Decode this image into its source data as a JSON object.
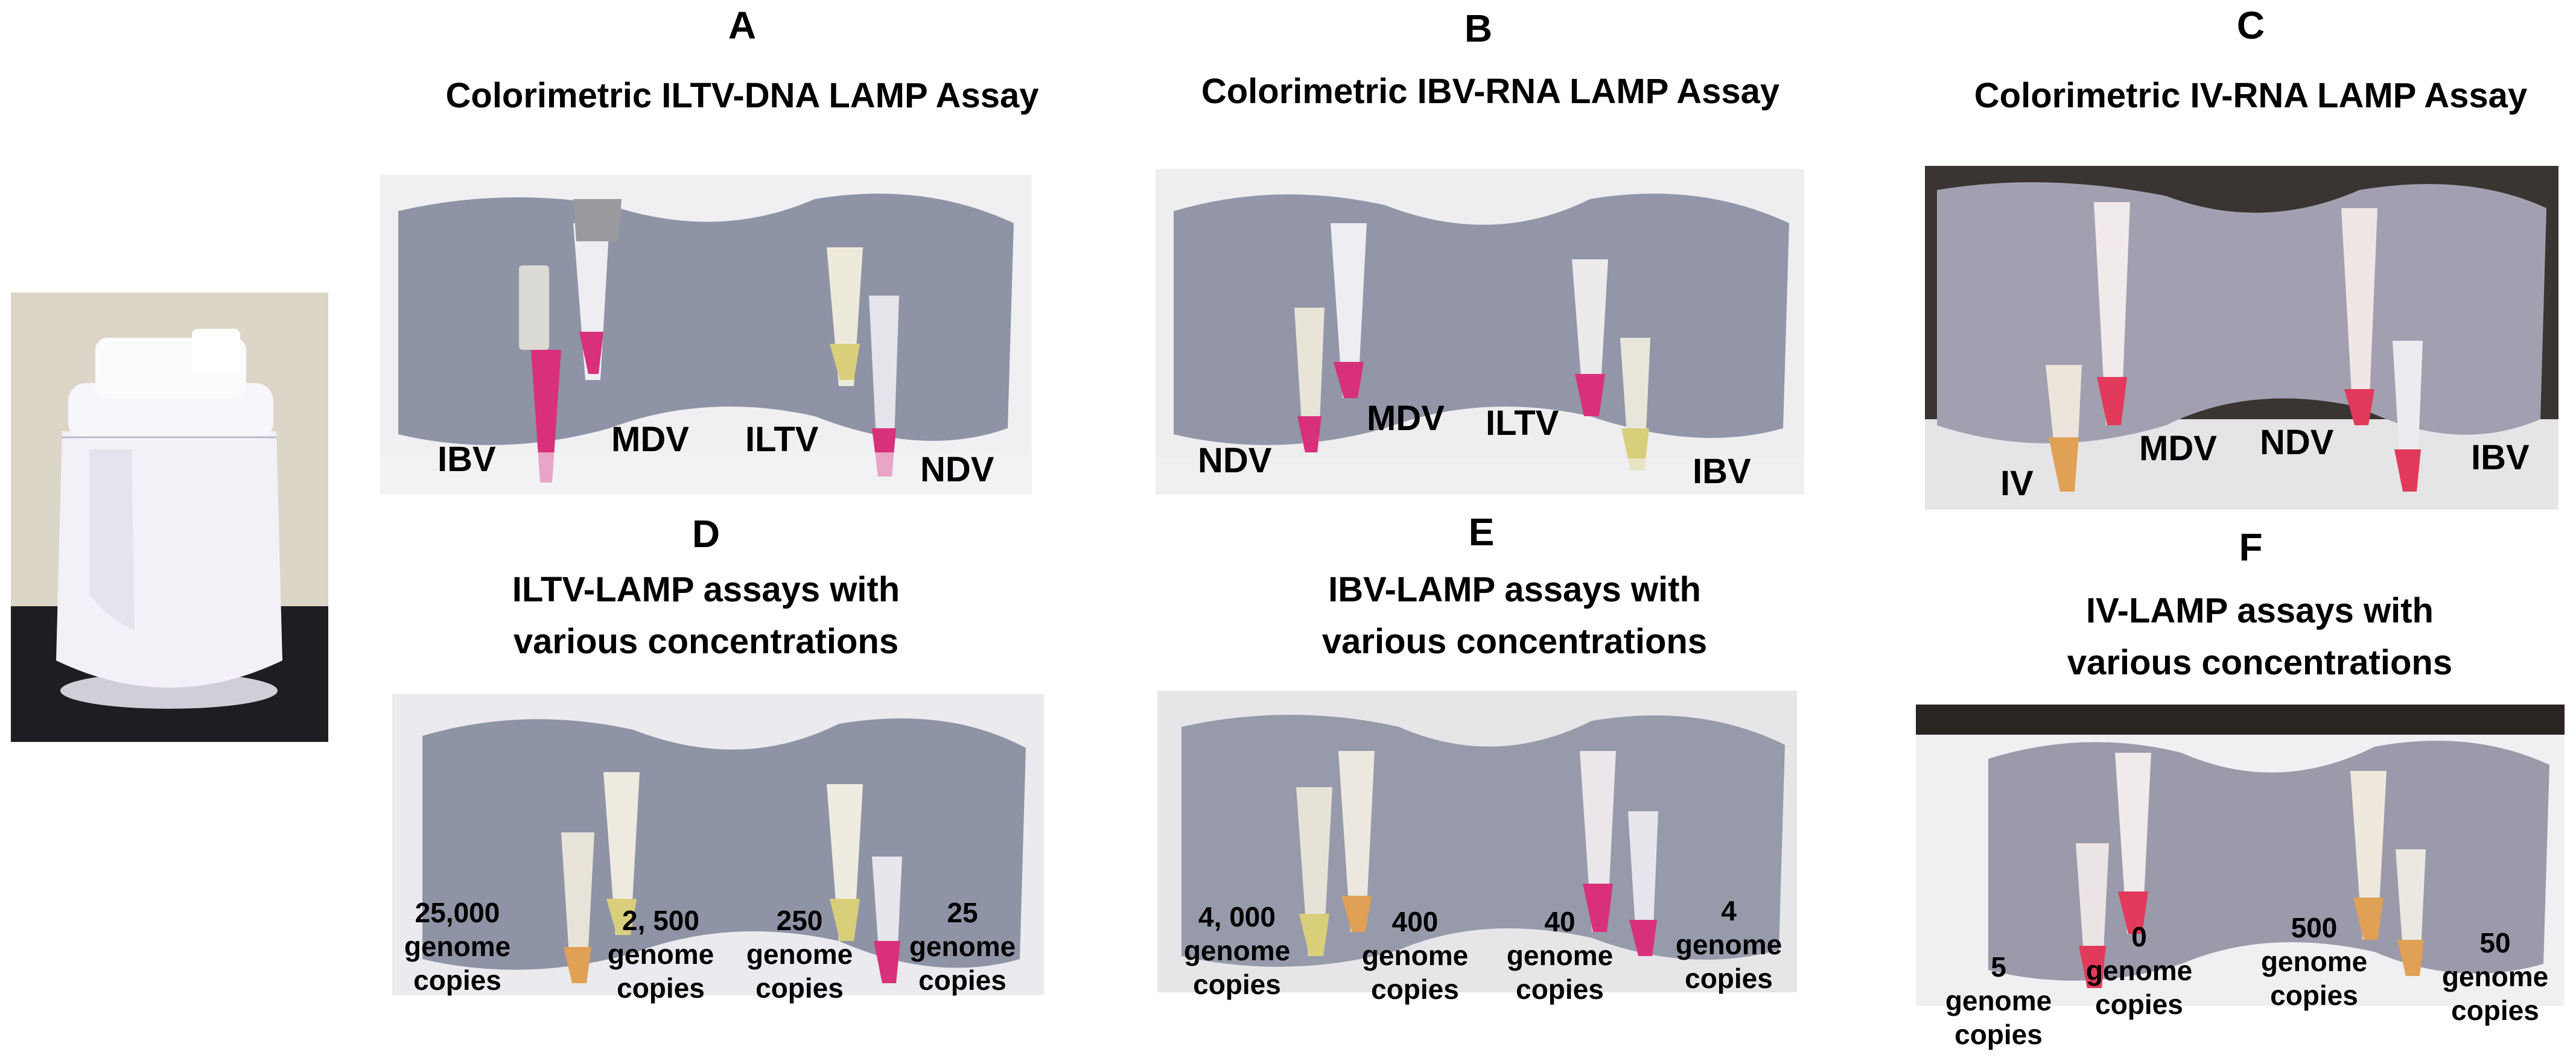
{
  "panels": {
    "A": {
      "letter": "A",
      "title": "Colorimetric  ILTV-DNA LAMP Assay",
      "labels": [
        "IBV",
        "MDV",
        "ILTV",
        "NDV"
      ]
    },
    "B": {
      "letter": "B",
      "title": "Colorimetric  IBV-RNA LAMP Assay",
      "labels": [
        "NDV",
        "MDV",
        "ILTV",
        "IBV"
      ]
    },
    "C": {
      "letter": "C",
      "title": "Colorimetric  IV-RNA LAMP Assay",
      "labels": [
        "IV",
        "MDV",
        "NDV",
        "IBV"
      ]
    },
    "D": {
      "letter": "D",
      "title_line1": "ILTV-LAMP assays with",
      "title_line2": "various concentrations",
      "labels": [
        [
          "25,000",
          "genome",
          "copies"
        ],
        [
          "2, 500",
          "genome",
          "copies"
        ],
        [
          "250",
          "genome",
          "copies"
        ],
        [
          "25",
          "genome",
          "copies"
        ]
      ]
    },
    "E": {
      "letter": "E",
      "title_line1": "IBV-LAMP assays with",
      "title_line2": "various concentrations",
      "labels": [
        [
          "4, 000",
          "genome",
          "copies"
        ],
        [
          "400",
          "genome",
          "copies"
        ],
        [
          "40",
          "genome",
          "copies"
        ],
        [
          "4",
          "genome",
          "copies"
        ]
      ]
    },
    "F": {
      "letter": "F",
      "title_line1": "IV-LAMP assays with",
      "title_line2": "various concentrations",
      "labels": [
        [
          "5",
          "genome",
          "copies"
        ],
        [
          "0",
          "genome",
          "copies"
        ],
        [
          "500",
          "genome",
          "copies"
        ],
        [
          "50",
          "genome",
          "copies"
        ]
      ]
    }
  },
  "colors": {
    "pink": "#d8307a",
    "yellow": "#d9cf7a",
    "orange": "#e0a055",
    "red": "#e23a5a",
    "card": "#8f93a6",
    "bg": "#f2f2f2"
  }
}
